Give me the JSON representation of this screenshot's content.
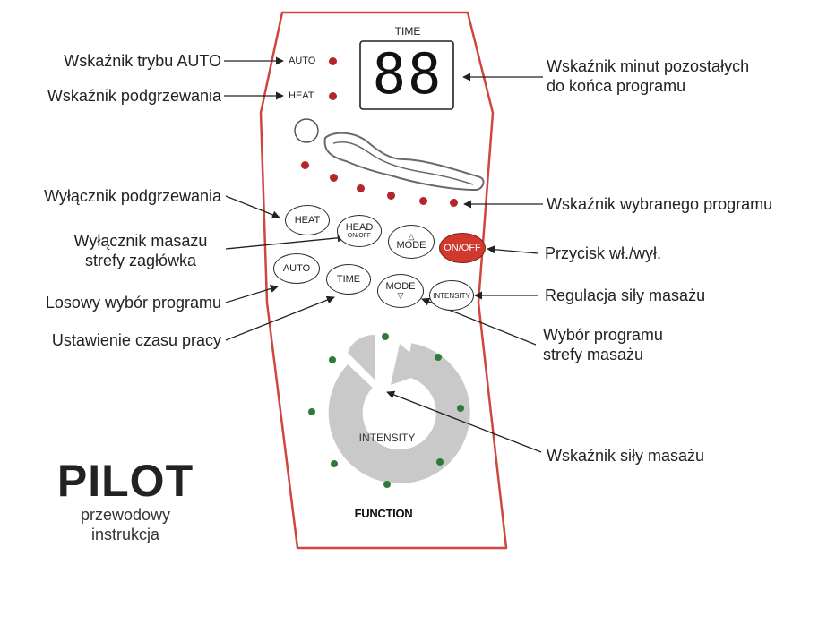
{
  "title": {
    "main": "PILOT",
    "line1": "przewodowy",
    "line2": "instrukcja"
  },
  "remote": {
    "time_label": "TIME",
    "display_value": "88",
    "auto_indicator": "AUTO",
    "heat_indicator": "HEAT",
    "intensity_dial_label": "INTENSITY",
    "function_label": "FUNCTION",
    "buttons": {
      "heat": "HEAT",
      "head": "HEAD",
      "head_sub": "ON/OFF",
      "mode_up_arrow": "△",
      "mode_up": "MODE",
      "onoff": "ON/OFF",
      "auto": "AUTO",
      "time": "TIME",
      "mode_down": "MODE",
      "mode_down_arrow": "▽",
      "intensity": "INTENSITY"
    },
    "colors": {
      "outline": "#d0453c",
      "red_dot": "#b3262a",
      "green_dot": "#2f7a3a",
      "onoff_fill": "#d1392e"
    }
  },
  "labels": {
    "auto_mode_indicator": "Wskaźnik trybu AUTO",
    "heating_indicator": "Wskaźnik podgrzewania",
    "heating_switch": "Wyłącznik podgrzewania",
    "head_massage_switch_1": "Wyłącznik masażu",
    "head_massage_switch_2": "strefy zagłówka",
    "random_program": "Losowy wybór programu",
    "work_time_setting": "Ustawienie czasu pracy",
    "minutes_remaining_1": "Wskaźnik minut pozostałych",
    "minutes_remaining_2": "do końca programu",
    "selected_program": "Wskaźnik wybranego programu",
    "power_button": "Przycisk wł./wył.",
    "massage_strength": "Regulacja siły masażu",
    "zone_program_1": "Wybór programu",
    "zone_program_2": "strefy masażu",
    "massage_strength_indicator": "Wskaźnik siły masażu"
  }
}
